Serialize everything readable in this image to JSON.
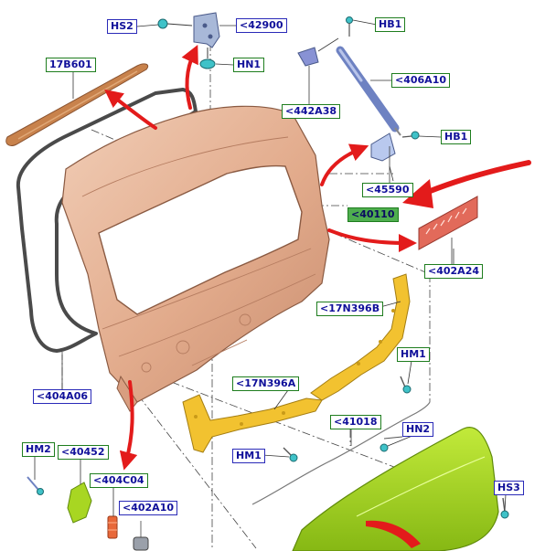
{
  "labels": {
    "hs2": "HS2",
    "p42900": "<42900",
    "hn1": "HN1",
    "p17b601": "17B601",
    "hb1_top": "HB1",
    "p406a10": "<406A10",
    "p442a38": "<442A38",
    "hb1_mid": "HB1",
    "p45590": "<45590",
    "p40110": "<40110",
    "p402a24": "<402A24",
    "p17n396b": "<17N396B",
    "hm1_right": "HM1",
    "p17n396a": "<17N396A",
    "p404a06": "<404A06",
    "p41018": "<41018",
    "hn2": "HN2",
    "hm1_left": "HM1",
    "hs3": "HS3",
    "hm2": "HM2",
    "p40452": "<40452",
    "p404c04": "<404C04",
    "p402a10": "<402A10"
  },
  "colors": {
    "label_border_blue": "#2a2ab8",
    "label_border_green": "#1e7d1e",
    "label_text": "#10109a",
    "highlight_fill": "#4fae4f",
    "arrow_red": "#e31b1b",
    "liftgate_panel": "#e8b79a",
    "seal": "#555555",
    "spoiler_strip": "#c8824c",
    "reinforcement": "#f2c230",
    "bumper": "#a8d622",
    "decal": "#e26a5a",
    "hardware": "#a8b8d8"
  }
}
